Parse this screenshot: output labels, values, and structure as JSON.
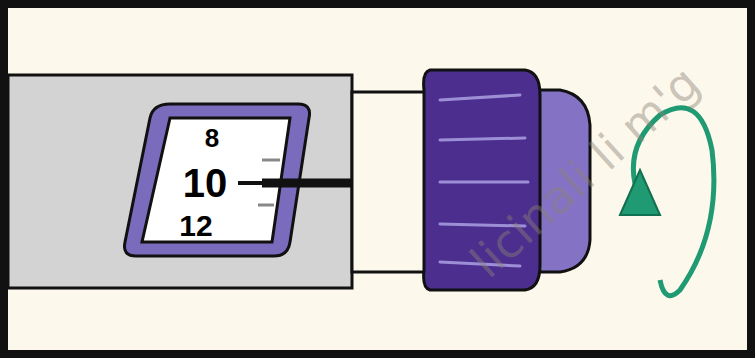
{
  "diagram": {
    "labels": [
      "8",
      "10",
      "12",
      "licinali li m'g"
    ]
  }
}
